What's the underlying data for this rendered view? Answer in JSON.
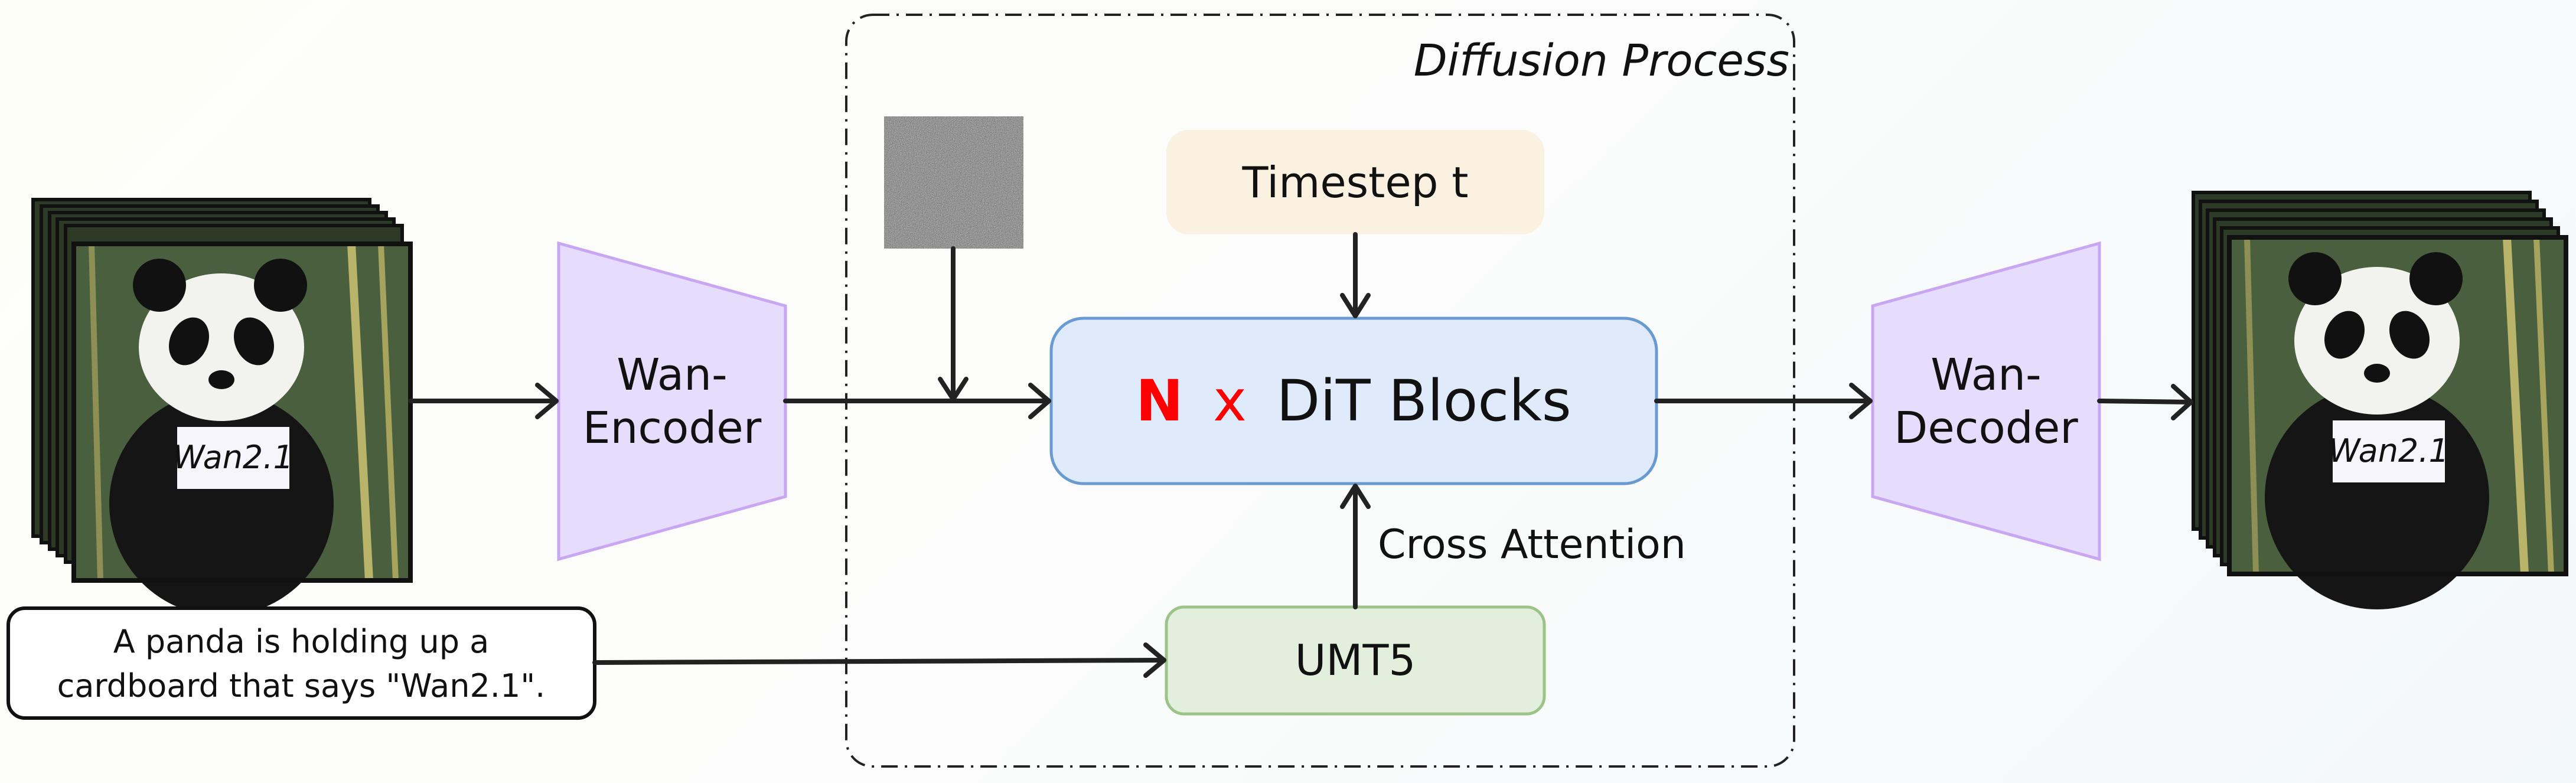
{
  "diagram": {
    "diffusion_label": "Diffusion Process",
    "timestep_label": "Timestep t",
    "dit": {
      "n": "N",
      "x": "x",
      "label": "DiT Blocks"
    },
    "cross_attention_label": "Cross Attention",
    "umt5_label": "UMT5",
    "encoder_label": [
      "Wan-",
      "Encoder"
    ],
    "decoder_label": [
      "Wan-",
      "Decoder"
    ],
    "prompt_lines": [
      "A panda is holding up a",
      "cardboard that says \"Wan2.1\"."
    ],
    "panda_sign_text": "Wan2.1",
    "colors": {
      "timestep_fill": "#faf1e0",
      "dit_fill": "#dfeafa",
      "dit_stroke": "#6a9bd0",
      "umt5_fill": "#e3efdd",
      "umt5_stroke": "#9cc38a",
      "trapezoid_fill": "#e6dcfc",
      "trapezoid_stroke": "#c8a6f2",
      "highlight_red": "#ff0000"
    }
  }
}
